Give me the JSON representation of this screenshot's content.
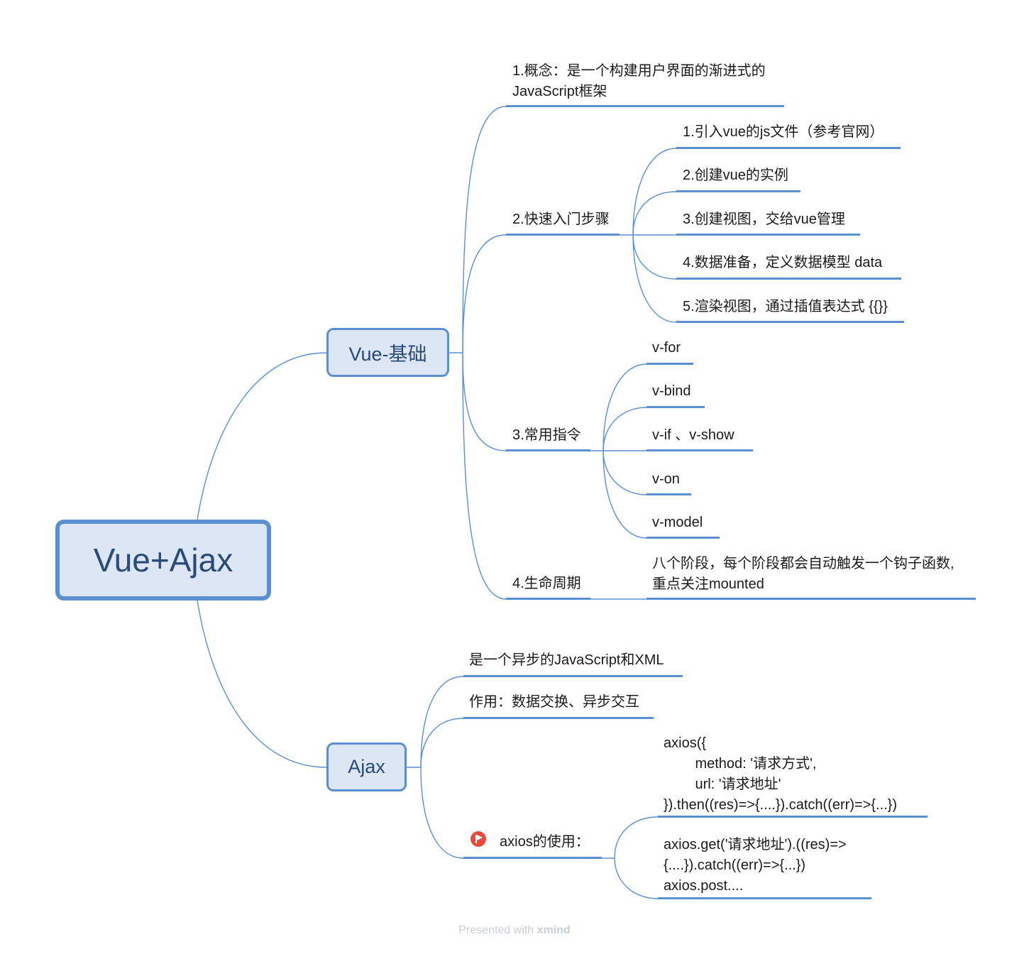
{
  "root": {
    "label": "Vue+Ajax"
  },
  "vue": {
    "label": "Vue-基础",
    "concept": "1.概念：是一个构建用户界面的渐进式的\nJavaScript框架",
    "steps": {
      "label": "2.快速入门步骤",
      "items": [
        "1.引入vue的js文件（参考官网）",
        "2.创建vue的实例",
        "3.创建视图，交给vue管理",
        "4.数据准备，定义数据模型 data",
        "5.渲染视图，通过插值表达式 {{}}"
      ]
    },
    "directives": {
      "label": "3.常用指令",
      "items": [
        "v-for",
        "v-bind",
        "v-if 、v-show",
        "v-on",
        "v-model"
      ]
    },
    "lifecycle": {
      "label": "4.生命周期",
      "detail": "八个阶段，每个阶段都会自动触发一个钩子函数,\n重点关注mounted"
    }
  },
  "ajax": {
    "label": "Ajax",
    "definition": "是一个异步的JavaScript和XML",
    "purpose": "作用：数据交换、异步交互",
    "axios": {
      "label": "axios的使用：",
      "marker_icon": "flag-icon",
      "marker_color": "#e84a3c",
      "examples": [
        "axios({\n        method: '请求方式',\n        url: '请求地址'\n}).then((res)=>{....}).catch((err)=>{...})",
        "axios.get('请求地址').((res)=>\n{....}).catch((err)=>{...})\naxios.post...."
      ]
    }
  },
  "footer": {
    "prefix": "Presented with ",
    "brand": "xmind"
  },
  "colors": {
    "line": "#5b8fcf",
    "topic_fill": "#dce6f4",
    "topic_text": "#2a4a78"
  }
}
